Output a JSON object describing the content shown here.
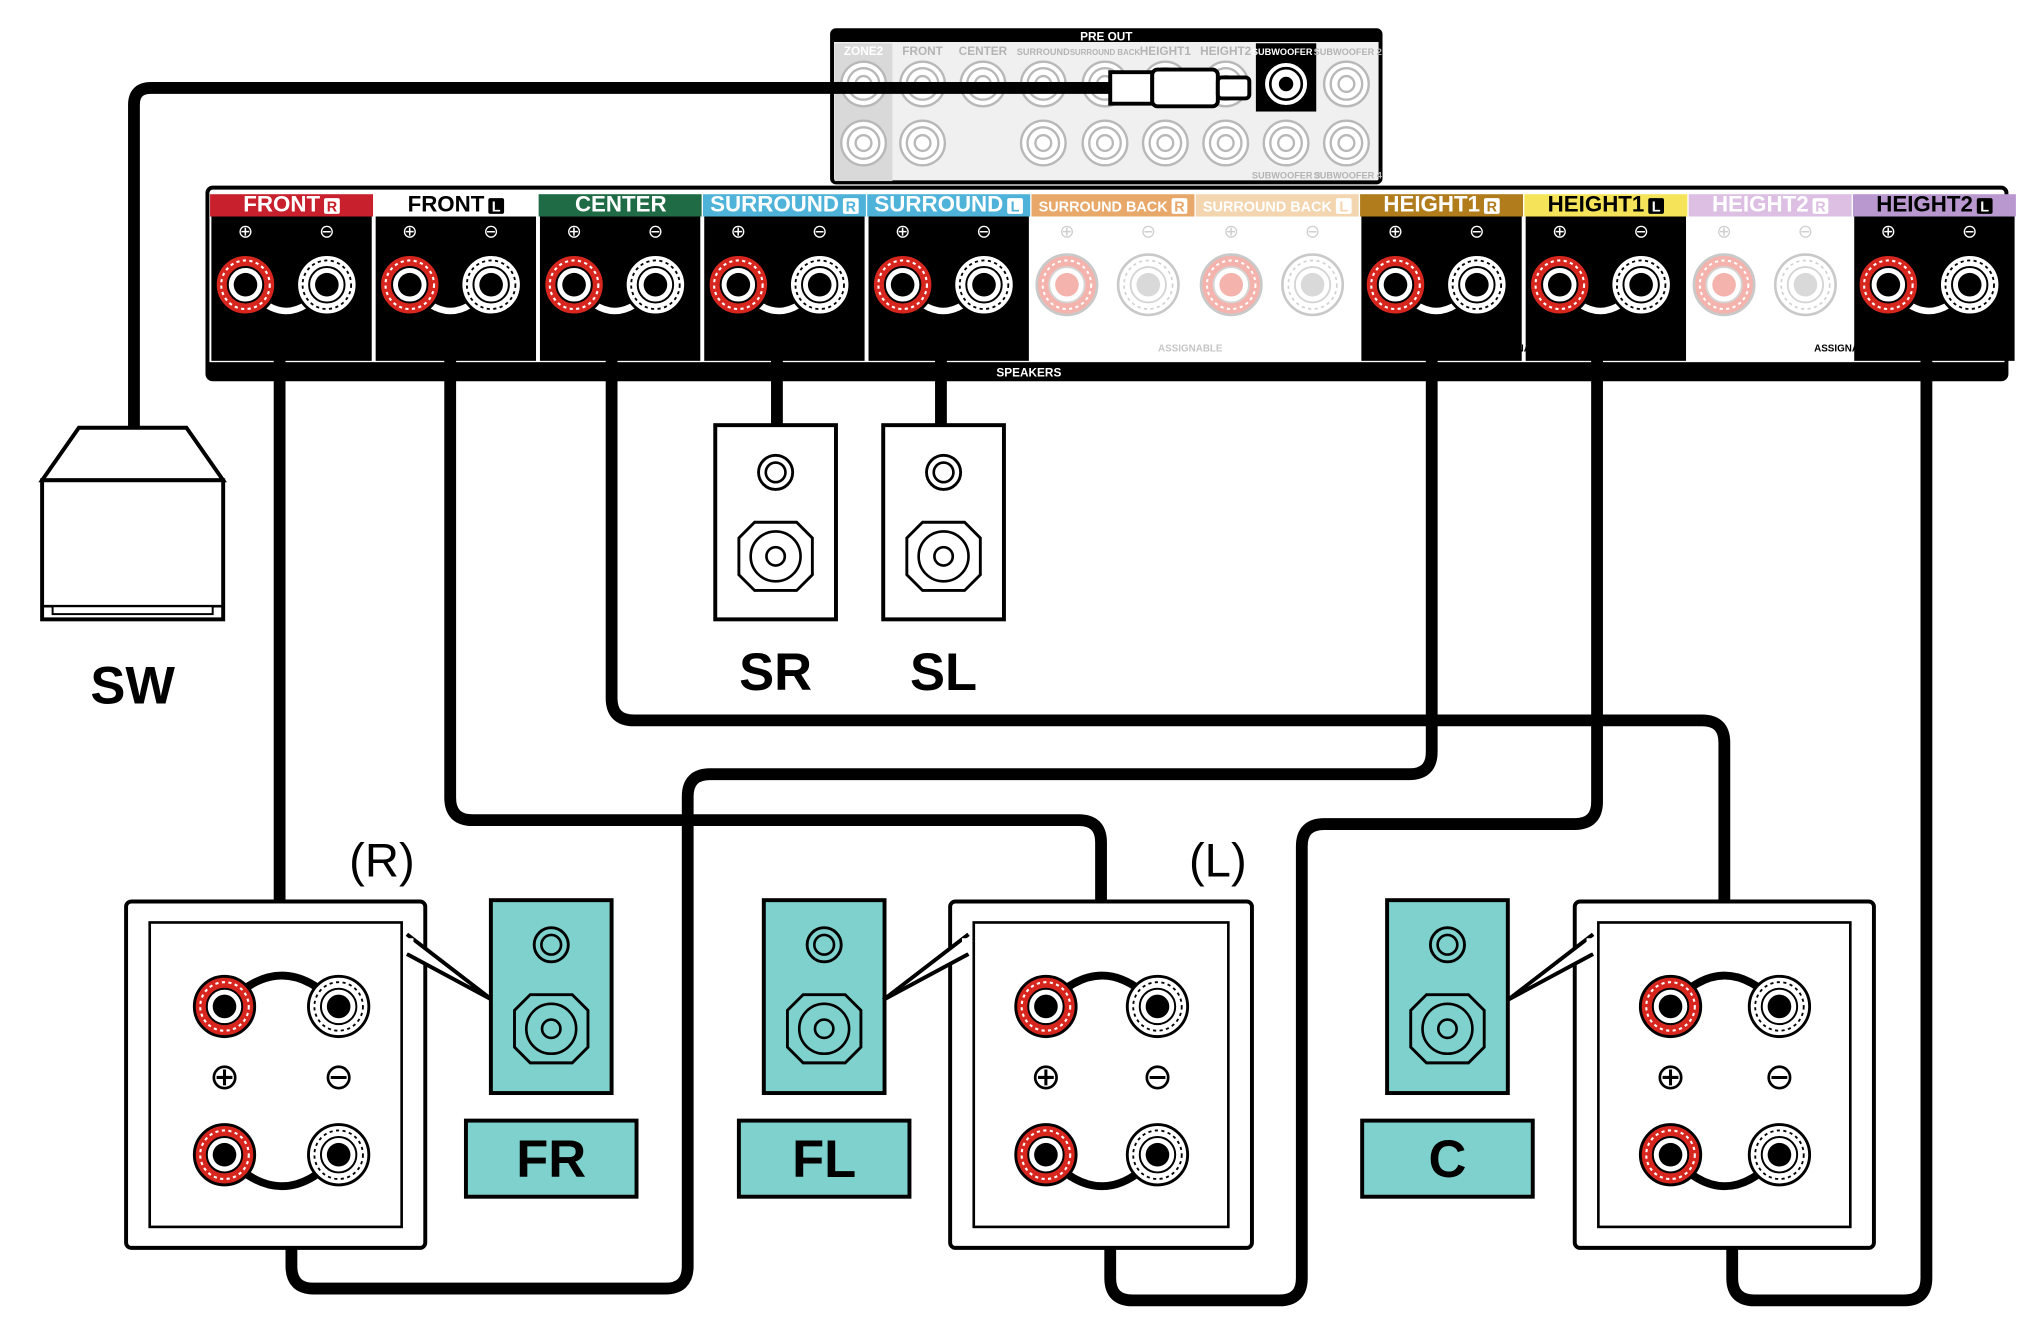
{
  "preout": {
    "title": "PRE OUT",
    "top_labels": [
      "ZONE2",
      "FRONT",
      "CENTER",
      "SURROUND",
      "SURROUND BACK",
      "HEIGHT1",
      "HEIGHT2",
      "SUBWOOFER 1",
      "SUBWOOFER 2"
    ],
    "bottom_labels": [
      "SUBWOOFER 3",
      "SUBWOOFER 4"
    ]
  },
  "speakers_panel": {
    "title": "SPEAKERS",
    "assignable": "ASSIGNABLE",
    "plus": "⊕",
    "minus": "⊖",
    "channels": [
      {
        "label": "FRONT",
        "side": "R",
        "color": "#c8202d",
        "active": true
      },
      {
        "label": "FRONT",
        "side": "L",
        "color": "#ffffff",
        "active": true
      },
      {
        "label": "CENTER",
        "side": "",
        "color": "#1f6b45",
        "active": true
      },
      {
        "label": "SURROUND",
        "side": "R",
        "color": "#4fb3d9",
        "active": true
      },
      {
        "label": "SURROUND",
        "side": "L",
        "color": "#4fb3d9",
        "active": true
      },
      {
        "label": "SURROUND BACK",
        "side": "R",
        "color": "#e8a86a",
        "active": false
      },
      {
        "label": "SURROUND BACK",
        "side": "L",
        "color": "#f3d5b0",
        "active": false
      },
      {
        "label": "HEIGHT1",
        "side": "R",
        "color": "#b07c1c",
        "active": true
      },
      {
        "label": "HEIGHT1",
        "side": "L",
        "color": "#f5e45a",
        "active": true
      },
      {
        "label": "HEIGHT2",
        "side": "R",
        "color": "#dcbfe3",
        "active": false
      },
      {
        "label": "HEIGHT2",
        "side": "L",
        "color": "#b998cf",
        "active": true
      }
    ]
  },
  "devices": {
    "subwoofer": "SW",
    "surround_right": "SR",
    "surround_left": "SL",
    "front_right": "FR",
    "front_left": "FL",
    "center": "C",
    "right_marker": "(R)",
    "left_marker": "(L)"
  },
  "colors": {
    "terminal_red": "#d7261e",
    "speaker_teal": "#7fd1cd",
    "dim": "#bdbdbd"
  }
}
